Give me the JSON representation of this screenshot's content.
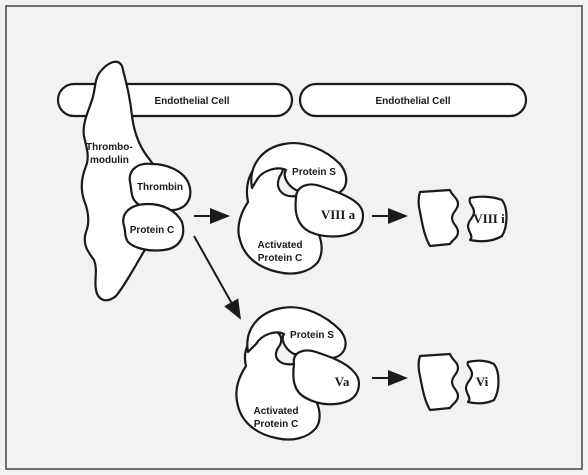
{
  "membrane": {
    "left_label": "Endothelial Cell",
    "right_label": "Endothelial Cell"
  },
  "complex": {
    "thrombomodulin_line1": "Thrombo-",
    "thrombomodulin_line2": "modulin",
    "thrombin": "Thrombin",
    "protein_c": "Protein C"
  },
  "upper_complex": {
    "protein_s": "Protein S",
    "factor": "VIII a",
    "apc_line1": "Activated",
    "apc_line2": "Protein C",
    "product": "VIII i"
  },
  "lower_complex": {
    "protein_s": "Protein S",
    "factor": "Va",
    "apc_line1": "Activated",
    "apc_line2": "Protein C",
    "product": "Vi"
  },
  "colors": {
    "background": "#f3f2f0",
    "ink": "#1a1a1a"
  }
}
